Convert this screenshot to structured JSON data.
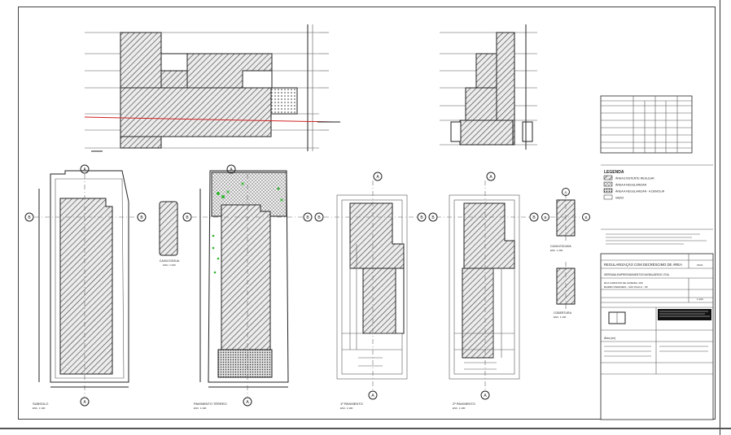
{
  "views": {
    "subsolo": {
      "title": "SUBSOLO",
      "scale": "ESC. 1:100"
    },
    "terreo": {
      "title": "PAVIMENTO TÉRREO",
      "scale": "ESC. 1:100"
    },
    "pav1": {
      "title": "1º PAVIMENTO",
      "scale": "ESC. 1:100"
    },
    "pav2": {
      "title": "2º PAVIMENTO",
      "scale": "ESC. 1:100"
    },
    "caixa_agua": {
      "title": "CAIXA D'ÁGUA",
      "scale": "ESC. 1:100"
    },
    "caixa_escada": {
      "title": "CAIXA ESCADA",
      "scale": "ESC. 1:100"
    },
    "cobertura": {
      "title": "COBERTURA",
      "scale": "ESC. 1:100"
    }
  },
  "markers": {
    "section_a": "A",
    "section_b": "B"
  },
  "legend": {
    "title": "LEGENDA",
    "items": [
      {
        "label": "ÁREA EXISTENTE REGULAR",
        "pattern": "hatch"
      },
      {
        "label": "ÁREA A REGULARIZAR",
        "pattern": "cross"
      },
      {
        "label": "ÁREA A REGULARIZAR - A DEMOLIR",
        "pattern": "dense"
      },
      {
        "label": "VAZIO",
        "pattern": "none"
      }
    ]
  },
  "title_block": {
    "title": "REGULARIZAÇÃO COM DECRÉSCIMO DE ÁREA",
    "owner": "SERRANA EMPREENDIMENTOS IMOBILIÁRIOS LTDA",
    "address_line1": "RUA CARDOSO DE ALMEIDA, 000",
    "address_line2": "BAIRRO PERDIZES - SÃO PAULO - SP",
    "sheet": "01/01",
    "scale": "1:100",
    "area_label": "Área (m²)"
  },
  "colors": {
    "line": "#222222",
    "hatch": "#444444",
    "section_line": "#d02020",
    "markers_green": "#2db52d"
  }
}
